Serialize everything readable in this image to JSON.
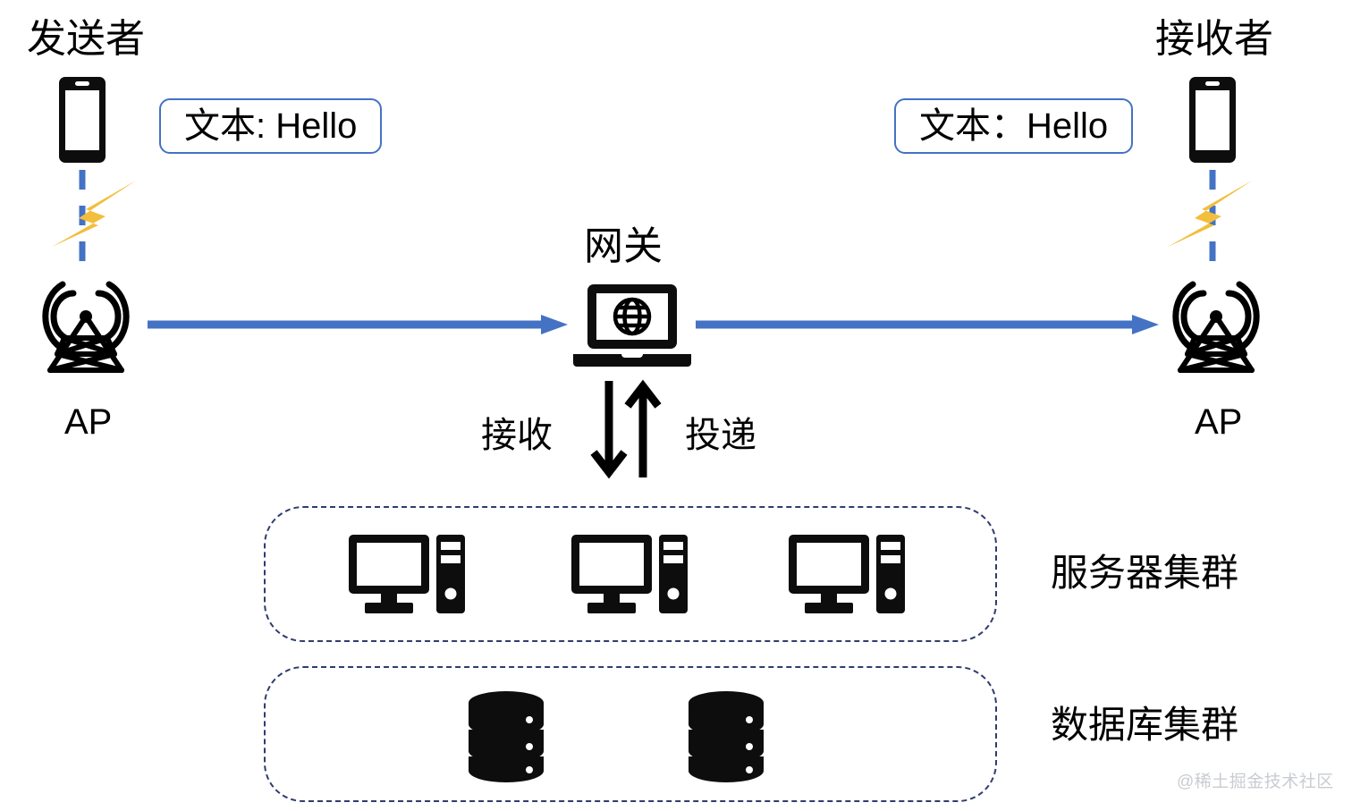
{
  "diagram": {
    "title": "IM message delivery flow",
    "background": "#ffffff",
    "colors": {
      "arrow_blue": "#4472C4",
      "dash_blue": "#4472C4",
      "cluster_dash": "#2F3C6E",
      "bolt_yellow": "#F2BE3C",
      "icon_black": "#000000",
      "watermark_gray": "#c9ccd1"
    }
  },
  "sender": {
    "label": "发送者",
    "device_icon": "smartphone-icon",
    "link_icon": "wireless-link-icon",
    "bolt_icon": "lightning-bolt-icon",
    "ap_icon": "radio-tower-icon",
    "ap_label": "AP",
    "message": "文本: Hello"
  },
  "receiver": {
    "label": "接收者",
    "device_icon": "smartphone-icon",
    "link_icon": "wireless-link-icon",
    "bolt_icon": "lightning-bolt-icon",
    "ap_icon": "radio-tower-icon",
    "ap_label": "AP",
    "message": "文本：Hello"
  },
  "gateway": {
    "label": "网关",
    "icon": "laptop-globe-icon",
    "down_label": "接收",
    "up_label": "投递",
    "down_icon": "arrow-down-icon",
    "up_icon": "arrow-up-icon"
  },
  "clusters": [
    {
      "label": "服务器集群",
      "node_icon": "desktop-server-icon",
      "node_count": 3
    },
    {
      "label": "数据库集群",
      "node_icon": "database-icon",
      "node_count": 2
    }
  ],
  "watermark": {
    "text": "@稀土掘金技术社区"
  }
}
